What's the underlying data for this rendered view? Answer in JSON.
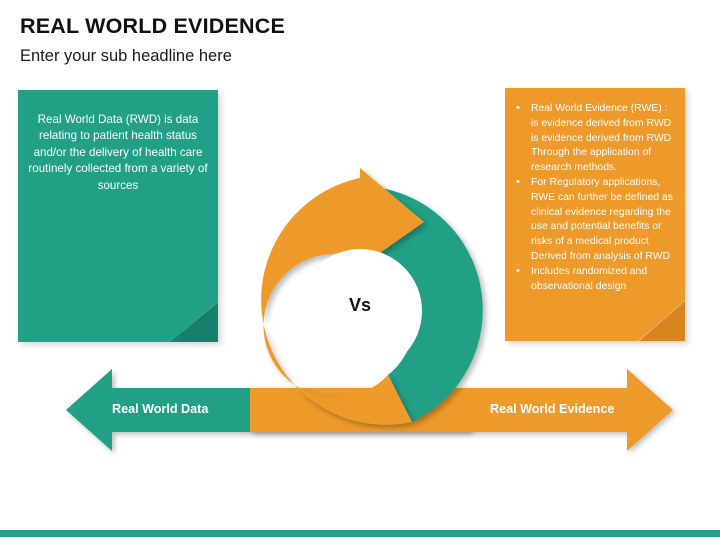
{
  "slide": {
    "title": "REAL WORLD EVIDENCE",
    "subtitle": "Enter your sub headline here",
    "background_color": "#FFFFFF",
    "accent_green": "#21A086",
    "accent_orange": "#EE9A2B",
    "bottom_bar_color": "#21A086"
  },
  "left_card": {
    "name": "real-world-data-note",
    "color": "#21A086",
    "text": "Real World Data (RWD) is data relating to patient health status and/or the delivery of health care routinely collected from a variety of sources"
  },
  "right_card": {
    "name": "real-world-evidence-note",
    "color": "#EE9A2B",
    "bullets": [
      "Real World Evidence (RWE) : is evidence derived from RWD is evidence derived from RWD Through the application of research methods.",
      "For Regulatory applications, RWE can further be defined as clinical evidence regarding the use and potential benefits or risks of a medical  product Derived from analysis of RWD",
      "Includes randomized and observational design"
    ]
  },
  "cycle": {
    "center_label": "Vs",
    "orange_segment_color": "#EE9A2B",
    "green_segment_color": "#21A086"
  },
  "arrows": {
    "left": {
      "label": "Real World Data",
      "color": "#21A086",
      "direction": "left"
    },
    "right": {
      "label": "Real World Evidence",
      "color": "#EE9A2B",
      "direction": "right"
    }
  }
}
